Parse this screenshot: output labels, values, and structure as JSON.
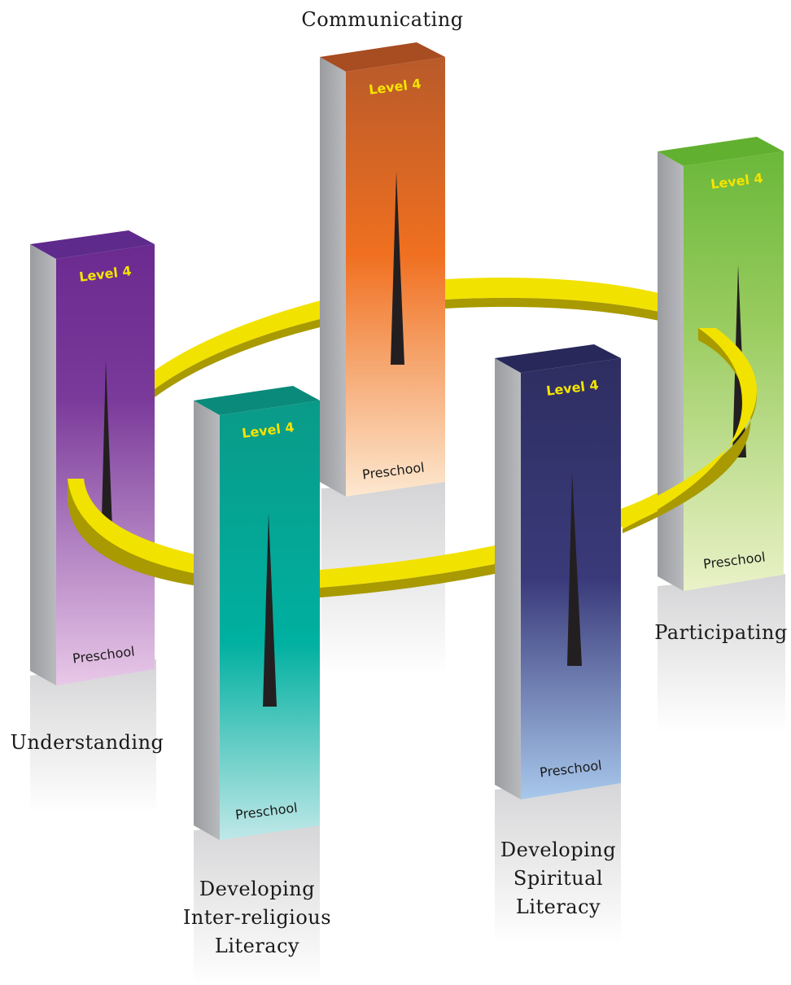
{
  "pillars": {
    "communicating": {
      "name": "Communicating",
      "top_label": "Level 4",
      "bottom_label": "Preschool",
      "colors": {
        "top": "#b85a2a",
        "mid": "#f07020",
        "bottom": "#fde8d0"
      }
    },
    "understanding": {
      "name": "Understanding",
      "top_label": "Level 4",
      "bottom_label": "Preschool",
      "colors": {
        "top": "#6a2a90",
        "mid": "#7a3a9a",
        "bottom": "#e8c8e8"
      }
    },
    "inter_religious": {
      "name_lines": [
        "Developing",
        "Inter-religious",
        "Literacy"
      ],
      "top_label": "Level 4",
      "bottom_label": "Preschool",
      "colors": {
        "top": "#0a9a88",
        "mid": "#00b0a0",
        "bottom": "#c0e8e8"
      }
    },
    "spiritual": {
      "name_lines": [
        "Developing",
        "Spiritual",
        "Literacy"
      ],
      "top_label": "Level 4",
      "bottom_label": "Preschool",
      "colors": {
        "top": "#2e2e62",
        "mid": "#3a3a7a",
        "bottom": "#a8c8ec"
      }
    },
    "participating": {
      "name": "Participating",
      "top_label": "Level 4",
      "bottom_label": "Preschool",
      "colors": {
        "top": "#6ab83a",
        "mid": "#9acc60",
        "bottom": "#eaf2c8"
      }
    }
  },
  "ring_color": "#f2e200",
  "ring_shade": "#a89a00"
}
